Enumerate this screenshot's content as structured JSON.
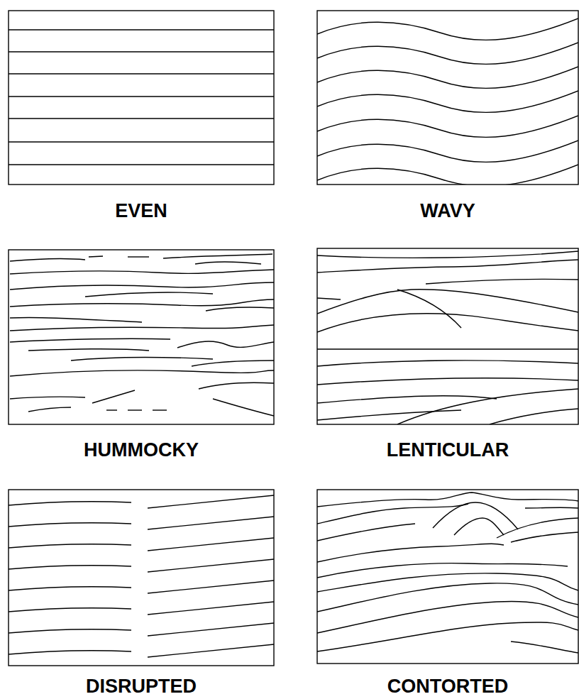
{
  "diagram": {
    "labels": [
      "EVEN",
      "WAVY",
      "HUMMOCKY",
      "LENTICULAR",
      "DISRUPTED",
      "CONTORTED"
    ]
  }
}
